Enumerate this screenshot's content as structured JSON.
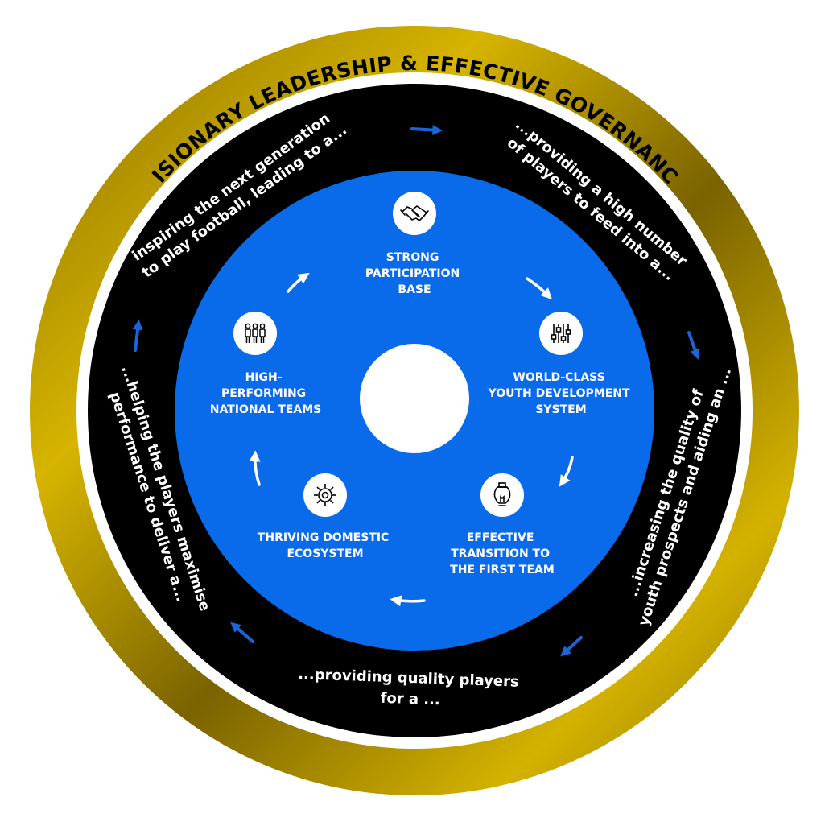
{
  "title": "VISIONARY LEADERSHIP & EFFECTIVE GOVERNANCE",
  "colors": {
    "gold_light": "#d4b200",
    "gold_dark": "#7a6300",
    "ring_black": "#000000",
    "core_blue": "#0a6bea",
    "arrow_blue": "#1a66d6",
    "white": "#ffffff"
  },
  "outer_ring_statements": [
    {
      "id": "s1",
      "lines": [
        "inspiring the next generation",
        "to play football, leading to a..."
      ]
    },
    {
      "id": "s2",
      "lines": [
        "...providing a high number",
        "of players to feed into a..."
      ]
    },
    {
      "id": "s3",
      "lines": [
        "...increasing the quality of",
        "youth prospects and aiding an ..."
      ]
    },
    {
      "id": "s4",
      "lines": [
        "...providing quality players",
        "for a ..."
      ]
    },
    {
      "id": "s5",
      "lines": [
        "...helping the players maximise",
        "performance to deliver a..."
      ]
    }
  ],
  "nodes": [
    {
      "id": "participation",
      "icon": "handshake-icon",
      "lines": [
        "STRONG",
        "PARTICIPATION",
        "BASE"
      ]
    },
    {
      "id": "youth",
      "icon": "equalizer-icon",
      "lines": [
        "WORLD-CLASS",
        "YOUTH DEVELOPMENT",
        "SYSTEM"
      ]
    },
    {
      "id": "transition",
      "icon": "lightbulb-icon",
      "lines": [
        "EFFECTIVE",
        "TRANSITION TO",
        "THE FIRST TEAM"
      ]
    },
    {
      "id": "domestic",
      "icon": "gear-icon",
      "lines": [
        "THRIVING DOMESTIC",
        "ECOSYSTEM"
      ]
    },
    {
      "id": "national",
      "icon": "team-icon",
      "lines": [
        "HIGH-",
        "PERFORMING",
        "NATIONAL TEAMS"
      ]
    }
  ]
}
